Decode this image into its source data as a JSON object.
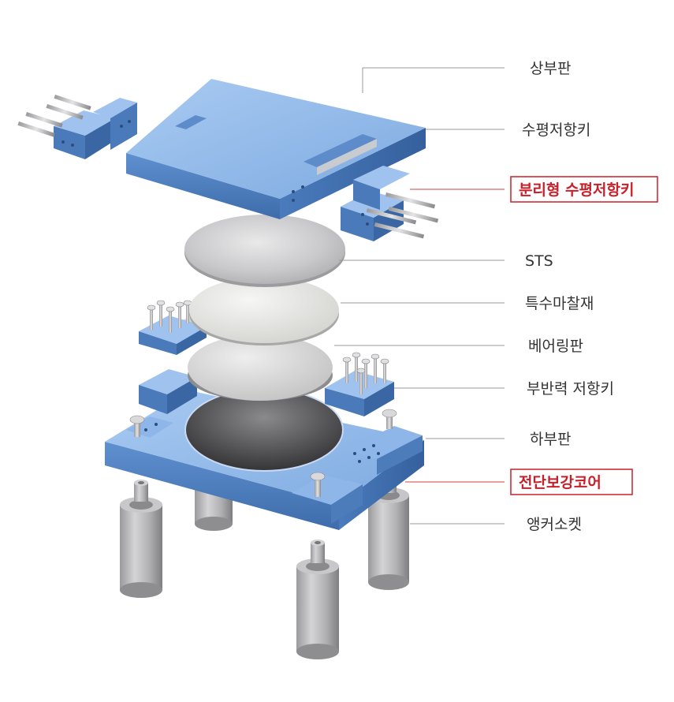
{
  "labels": {
    "top_plate": "상부판",
    "horizontal_key": "수평저항키",
    "separate_horizontal_key": "분리형 수평저항키",
    "sts": "STS",
    "friction_material": "특수마찰재",
    "bearing_plate": "베어링판",
    "uplift_key": "부반력 저항키",
    "bottom_plate": "하부판",
    "shear_core": "전단보강코어",
    "anchor_socket": "앵커소켓"
  },
  "colors": {
    "steel_blue": "#6f9fd8",
    "steel_blue_light": "#9cc0ec",
    "steel_blue_dark": "#3f6fae",
    "highlight": "#c8202a",
    "label": "#333333",
    "leader": "#9a9a9a"
  }
}
